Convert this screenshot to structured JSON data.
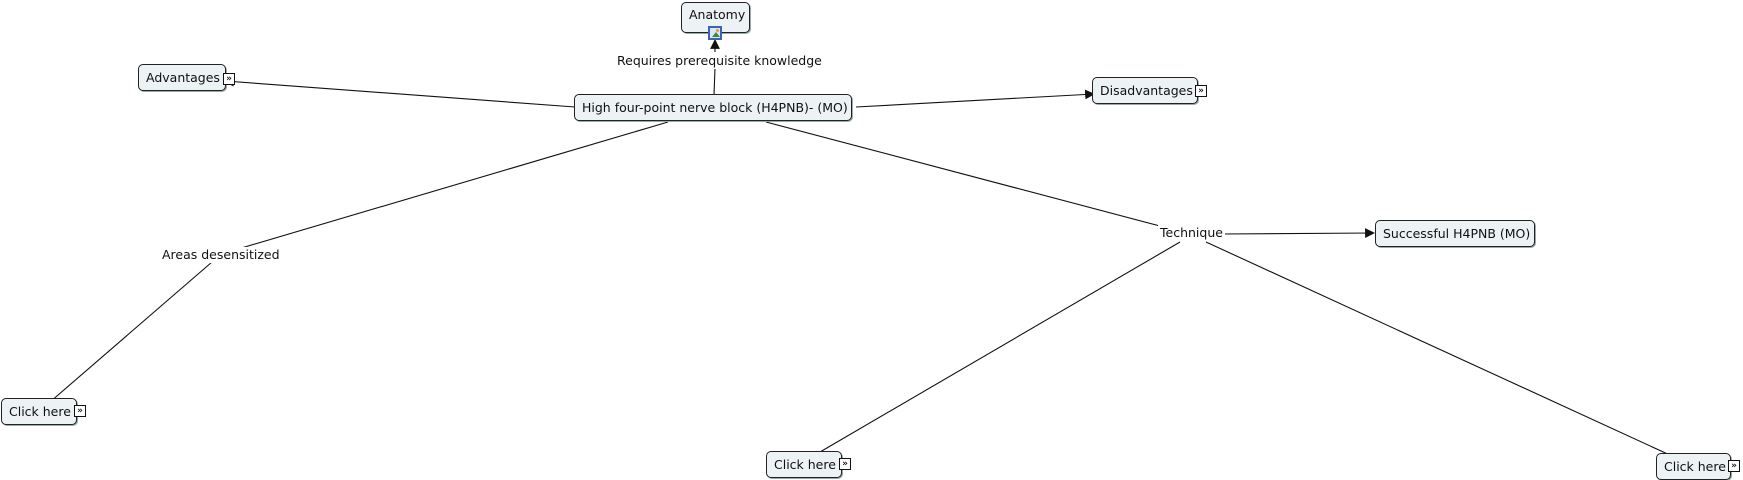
{
  "concepts": {
    "main": "High four-point nerve block (H4PNB)- (MO)",
    "anatomy": "Anatomy",
    "advantages": "Advantages",
    "disadvantages": "Disadvantages",
    "successful": "Successful H4PNB (MO)",
    "click_left": "Click here",
    "click_middle": "Click here",
    "click_right": "Click here"
  },
  "linking_phrases": {
    "requires": "Requires prerequisite knowledge",
    "areas": "Areas desensitized",
    "technique": "Technique"
  },
  "icons": {
    "resource": "double-chevron-right-icon",
    "image": "image-icon"
  },
  "colors": {
    "node_fill": "#edf2f4",
    "node_border": "#222222",
    "line": "#111111",
    "image_icon": "#3a63b8"
  }
}
